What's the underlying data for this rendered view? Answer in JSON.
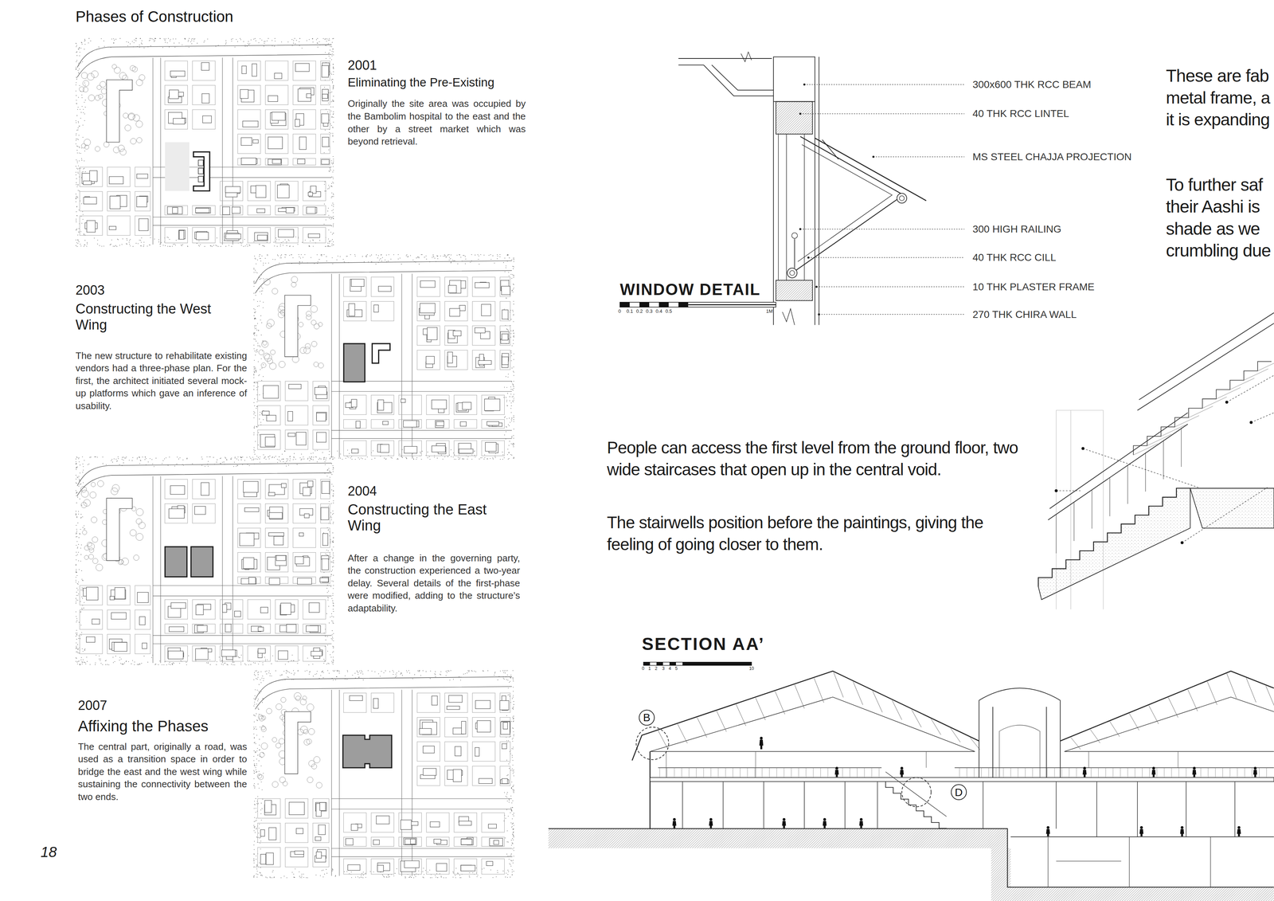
{
  "diagram": {
    "title": "Phases of Construction",
    "nodes": [
      {
        "text": [
          "B"
        ]
      },
      {
        "text": [
          "D"
        ]
      }
    ],
    "labels": [
      "2001",
      "Eliminating the Pre-Existing",
      "Originally the site area was occupied by the Bambolim hospital to the east and the other by a street market which was beyond retrieval.",
      "2003",
      "Constructing the West Wing",
      "The new structure to rehabilitate existing vendors had a three-phase plan. For the first, the architect initiated several mock-up platforms which gave an inference of usability.",
      "2004",
      "Constructing the East Wing",
      "After a change in the governing party, the construction experienced a two-year delay. Several details of the first-phase were modified, adding to the structure’s adaptability.",
      "2007",
      "Affixing the Phases",
      "The central part, originally a road, was used as a transition space in order to bridge the east and the west wing while sustaining the connectivity between the two ends.",
      "18",
      "300x600 THK RCC BEAM",
      "40 THK RCC LINTEL",
      "MS STEEL CHAJJA PROJECTION",
      "300 HIGH RAILING",
      "40 THK RCC CILL",
      "10 THK PLASTER FRAME",
      "270 THK CHIRA WALL",
      "WINDOW DETAIL",
      "0",
      "0.1",
      "0.2",
      "0.3",
      "0.4",
      "0.5",
      "1M",
      "These are fab",
      "metal frame, a",
      "it is expanding",
      "To further saf",
      "their Aashi is",
      "shade as we",
      "crumbling due",
      "People can access the first level from the ground floor, two wide staircases that open up in the central void.",
      "The stairwells position before the paintings, giving the feeling of going closer to them.",
      "SECTION AA’",
      "0",
      "1",
      "2",
      "3",
      "4",
      "5",
      "10"
    ]
  }
}
